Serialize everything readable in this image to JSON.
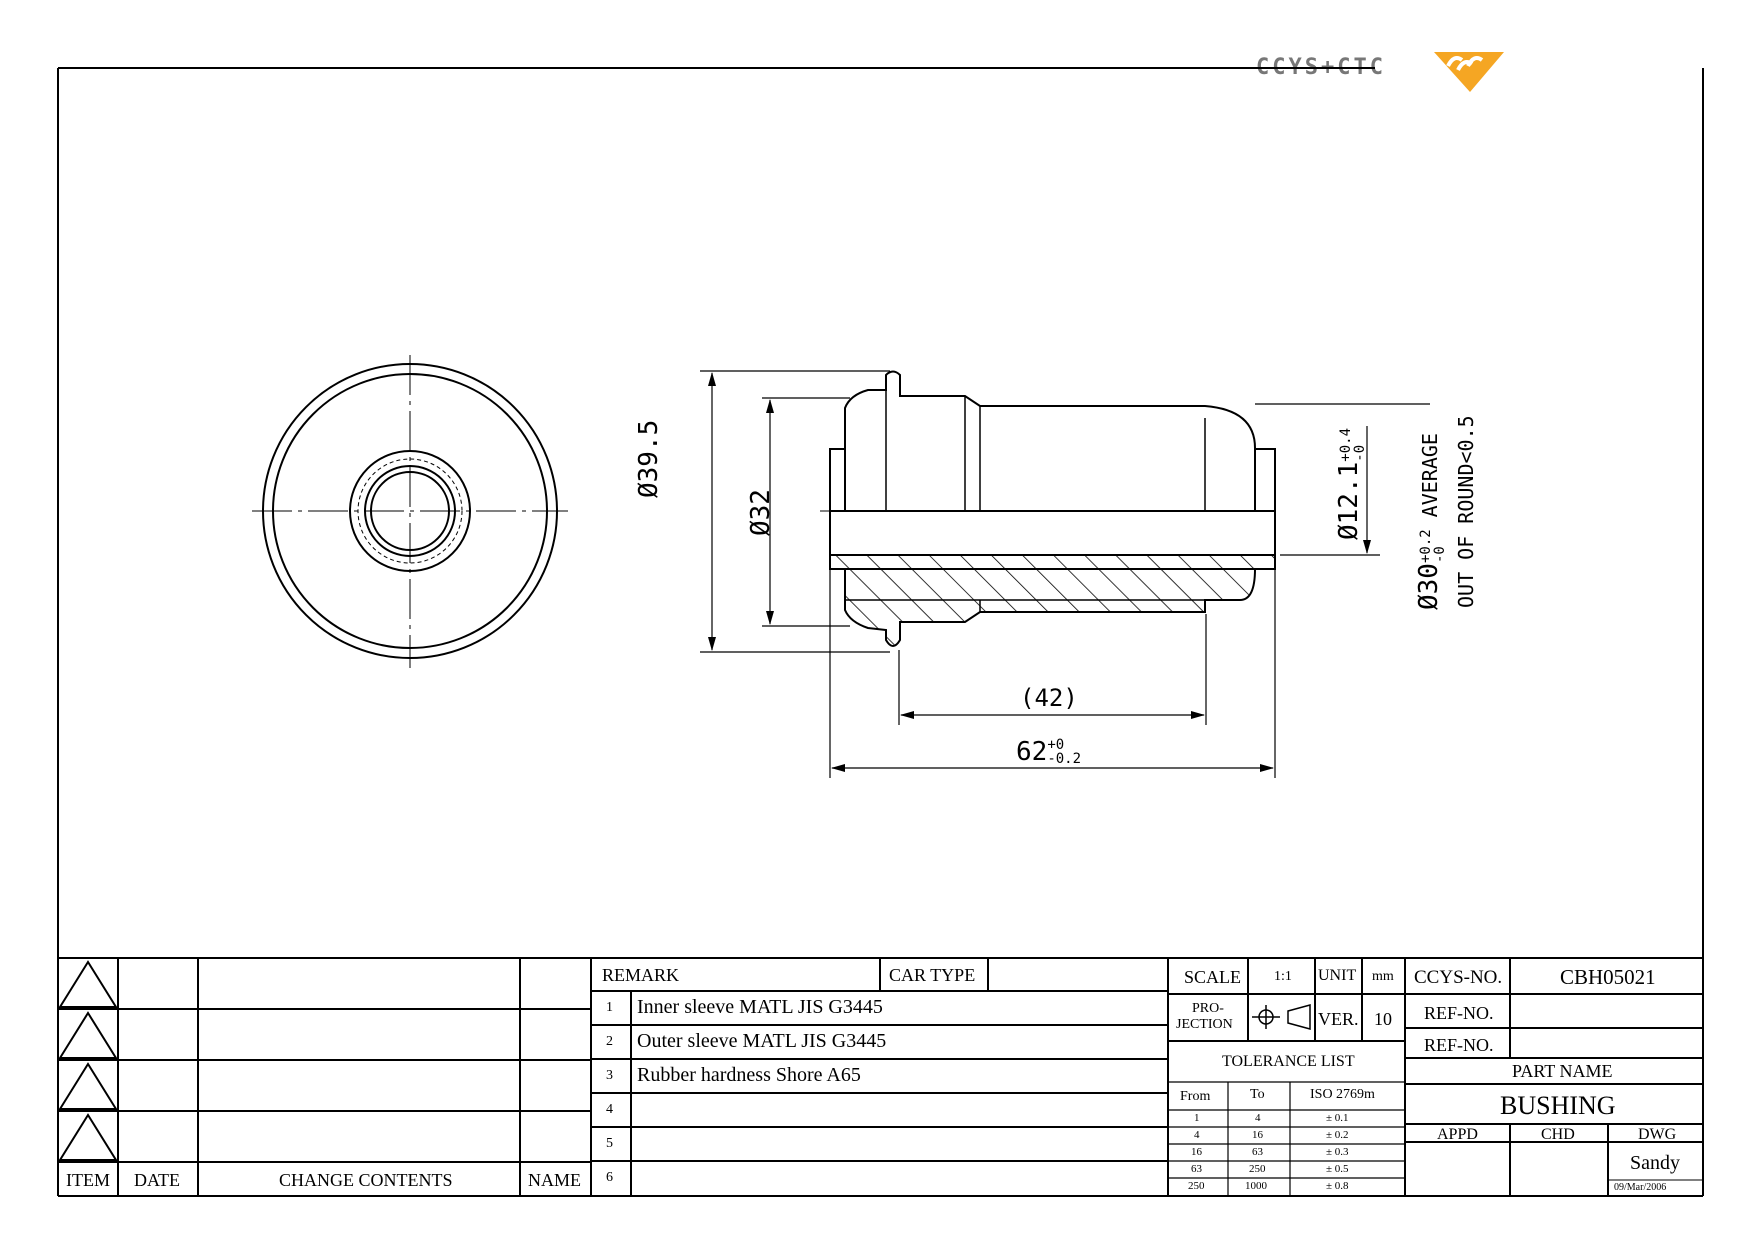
{
  "logo": {
    "text": "CCYS+CTC",
    "accent_color": "#f5a623",
    "text_color": "#777777",
    "icon": "ccys-ctc-logo"
  },
  "dimensions": {
    "d39_5": "Ø39.5",
    "d32": "Ø32",
    "d12_1": "Ø12.1",
    "d12_1_tol_upper": "+0.4",
    "d12_1_tol_lower": "-0",
    "d30": "Ø30",
    "d30_tol_upper": "+0.2",
    "d30_tol_lower": "-0",
    "d30_note": "AVERAGE",
    "out_of_round": "OUT OF ROUND<0.5",
    "len42": "(42)",
    "len62": "62",
    "len62_tol_upper": "+0",
    "len62_tol_lower": "-0.2"
  },
  "revision_table": {
    "headers": {
      "item": "ITEM",
      "date": "DATE",
      "change": "CHANGE CONTENTS",
      "name": "NAME"
    }
  },
  "remarks": {
    "remark_label": "REMARK",
    "car_type_label": "CAR TYPE",
    "rows": [
      {
        "no": "1",
        "text": "Inner sleeve MATL JIS G3445"
      },
      {
        "no": "2",
        "text": "Outer sleeve MATL JIS G3445"
      },
      {
        "no": "3",
        "text": "Rubber hardness Shore A65"
      },
      {
        "no": "4",
        "text": ""
      },
      {
        "no": "5",
        "text": ""
      },
      {
        "no": "6",
        "text": ""
      }
    ]
  },
  "drawing_info": {
    "scale_label": "SCALE",
    "scale_value": "1:1",
    "unit_label": "UNIT",
    "unit_value": "mm",
    "projection_label_1": "PRO-",
    "projection_label_2": "JECTION",
    "ver_label": "VER.",
    "ver_value": "10",
    "tolerance_title": "TOLERANCE LIST",
    "tolerance_headers": {
      "from": "From",
      "to": "To",
      "iso": "ISO 2769m"
    },
    "tolerance_rows": [
      {
        "from": "1",
        "to": "4",
        "tol": "± 0.1"
      },
      {
        "from": "4",
        "to": "16",
        "tol": "± 0.2"
      },
      {
        "from": "16",
        "to": "63",
        "tol": "± 0.3"
      },
      {
        "from": "63",
        "to": "250",
        "tol": "± 0.5"
      },
      {
        "from": "250",
        "to": "1000",
        "tol": "± 0.8"
      }
    ]
  },
  "title_block": {
    "ccys_no_label": "CCYS-NO.",
    "ccys_no_value": "CBH05021",
    "ref_no_label_1": "REF-NO.",
    "ref_no_label_2": "REF-NO.",
    "part_name_label": "PART NAME",
    "part_name_value": "BUSHING",
    "appd_label": "APPD",
    "chd_label": "CHD",
    "dwg_label": "DWG",
    "dwg_name": "Sandy",
    "dwg_date": "09/Mar/2006"
  }
}
